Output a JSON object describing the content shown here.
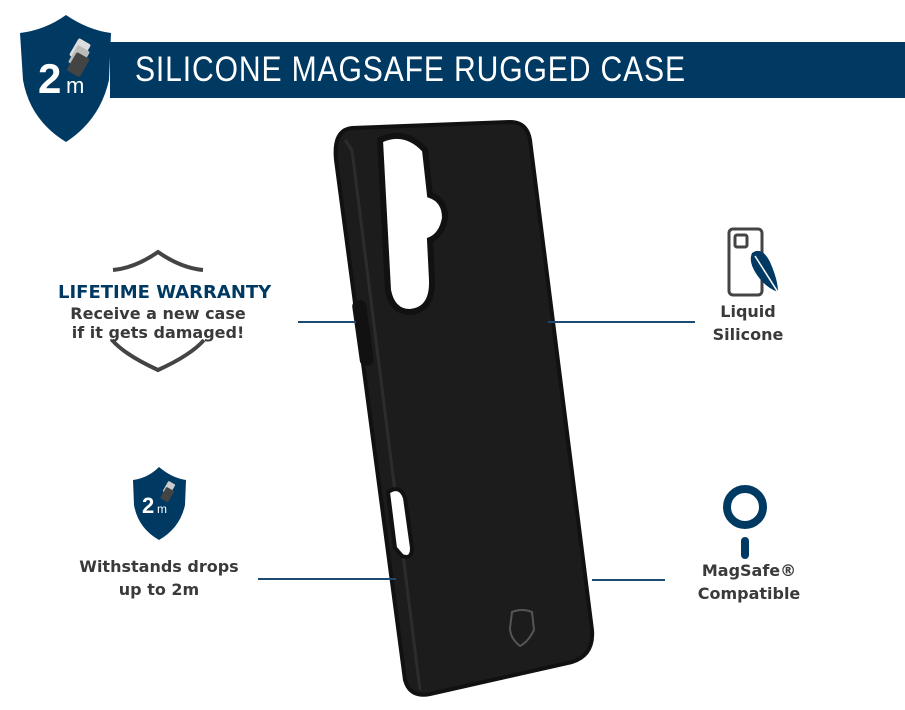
{
  "header": {
    "title": "SILICONE MAGSAFE RUGGED CASE",
    "badge": {
      "number": "2",
      "unit": "m"
    }
  },
  "features": {
    "warranty": {
      "title": "LIFETIME WARRANTY",
      "line1": "Receive a new case",
      "line2": "if it gets damaged!"
    },
    "silicone": {
      "line1": "Liquid",
      "line2": "Silicone"
    },
    "drops": {
      "badge_number": "2",
      "badge_unit": "m",
      "line1": "Withstands drops",
      "line2": "up to 2m"
    },
    "magsafe": {
      "line1": "MagSafe®",
      "line2": "Compatible"
    }
  },
  "colors": {
    "navy": "#003a63",
    "text": "#3a3a3a",
    "case": "#1c1c1c"
  }
}
